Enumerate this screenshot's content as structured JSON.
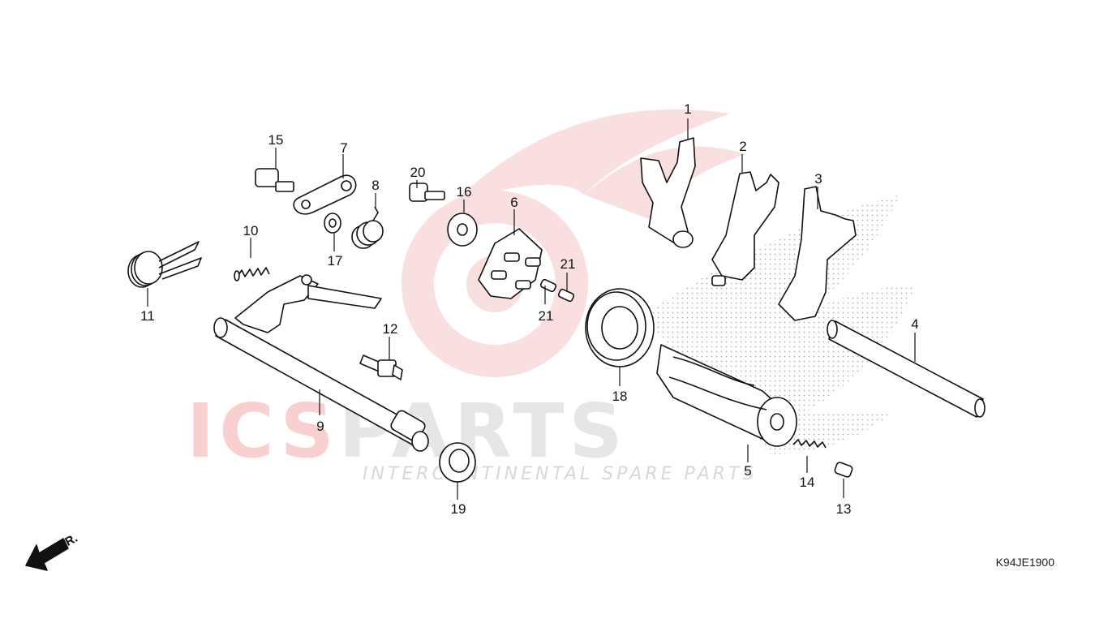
{
  "diagram_code": "K94JE1900",
  "direction_label": "FR.",
  "watermark": {
    "brand_accent": "ICS",
    "brand_rest": "PARTS",
    "tagline": "INTERCONTINENTAL SPARE PARTS"
  },
  "colors": {
    "line": "#111111",
    "watermark_red": "#e57373",
    "stipple": "#9a9a9a"
  },
  "parts": [
    {
      "id": "1",
      "label": "1"
    },
    {
      "id": "2",
      "label": "2"
    },
    {
      "id": "3",
      "label": "3"
    },
    {
      "id": "4",
      "label": "4"
    },
    {
      "id": "5",
      "label": "5"
    },
    {
      "id": "6",
      "label": "6"
    },
    {
      "id": "7",
      "label": "7"
    },
    {
      "id": "8",
      "label": "8"
    },
    {
      "id": "9",
      "label": "9"
    },
    {
      "id": "10",
      "label": "10"
    },
    {
      "id": "11",
      "label": "11"
    },
    {
      "id": "12",
      "label": "12"
    },
    {
      "id": "13",
      "label": "13"
    },
    {
      "id": "14",
      "label": "14"
    },
    {
      "id": "15",
      "label": "15"
    },
    {
      "id": "16",
      "label": "16"
    },
    {
      "id": "17",
      "label": "17"
    },
    {
      "id": "18",
      "label": "18"
    },
    {
      "id": "19",
      "label": "19"
    },
    {
      "id": "20",
      "label": "20"
    },
    {
      "id": "21a",
      "label": "21"
    },
    {
      "id": "21b",
      "label": "21"
    }
  ]
}
